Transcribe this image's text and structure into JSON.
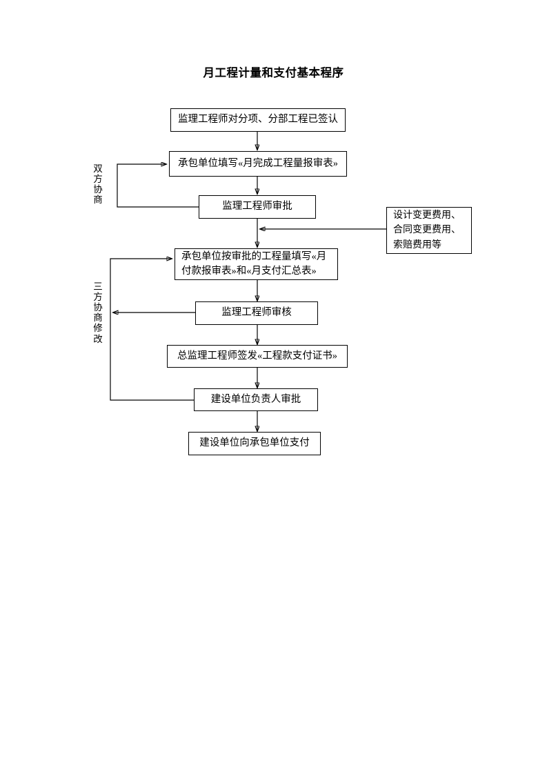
{
  "document": {
    "title": "月工程计量和支付基本程序"
  },
  "flowchart": {
    "type": "flowchart",
    "orientation": "top-to-bottom",
    "nodes": [
      {
        "id": "n1",
        "label": "监理工程师对分项、分部工程已签认"
      },
      {
        "id": "n2",
        "label": "承包单位填写«月完成工程量报审表»"
      },
      {
        "id": "n3",
        "label": "监理工程师审批"
      },
      {
        "id": "n4_line1",
        "label": "承包单位按审批的工程量填写«月"
      },
      {
        "id": "n4_line2",
        "label": "付款报审表»和«月支付汇总表»"
      },
      {
        "id": "n5",
        "label": "监理工程师审核"
      },
      {
        "id": "n6",
        "label": "总监理工程师签发«工程款支付证书»"
      },
      {
        "id": "n7",
        "label": "建设单位负责人审批"
      },
      {
        "id": "n8",
        "label": "建设单位向承包单位支付"
      }
    ],
    "side_note": {
      "id": "note1",
      "lines": [
        "设计变更费用、",
        "合同变更费用、",
        "索赔费用等"
      ]
    },
    "vertical_labels": [
      {
        "id": "v1",
        "text": "双方协商",
        "chars": [
          "双",
          "方",
          "协",
          "商"
        ]
      },
      {
        "id": "v2",
        "text": "三方协商修改",
        "chars": [
          "三",
          "方",
          "协",
          "商",
          "修",
          "改"
        ]
      }
    ],
    "edges": [
      {
        "from": "n1",
        "to": "n2",
        "kind": "down-arrow"
      },
      {
        "from": "n2",
        "to": "n3",
        "kind": "down-arrow"
      },
      {
        "from": "n3",
        "to": "n2",
        "kind": "feedback-loop-left",
        "label": "双方协商"
      },
      {
        "from": "note1",
        "to": "n3-n4-link",
        "kind": "left-arrow"
      },
      {
        "from": "n3",
        "to": "n4",
        "kind": "down-arrow"
      },
      {
        "from": "n4",
        "to": "n5",
        "kind": "down-arrow"
      },
      {
        "from": "n5",
        "to": "n4",
        "kind": "feedback-loop-left",
        "label": "三方协商修改"
      },
      {
        "from": "n5",
        "to": "n6",
        "kind": "down-arrow"
      },
      {
        "from": "n6",
        "to": "n7",
        "kind": "down-arrow"
      },
      {
        "from": "n7",
        "to": "n4",
        "kind": "feedback-loop-left"
      },
      {
        "from": "n7",
        "to": "n8",
        "kind": "down-arrow"
      }
    ]
  },
  "colors": {
    "stroke": "#000000",
    "background": "#ffffff",
    "text": "#000000"
  }
}
